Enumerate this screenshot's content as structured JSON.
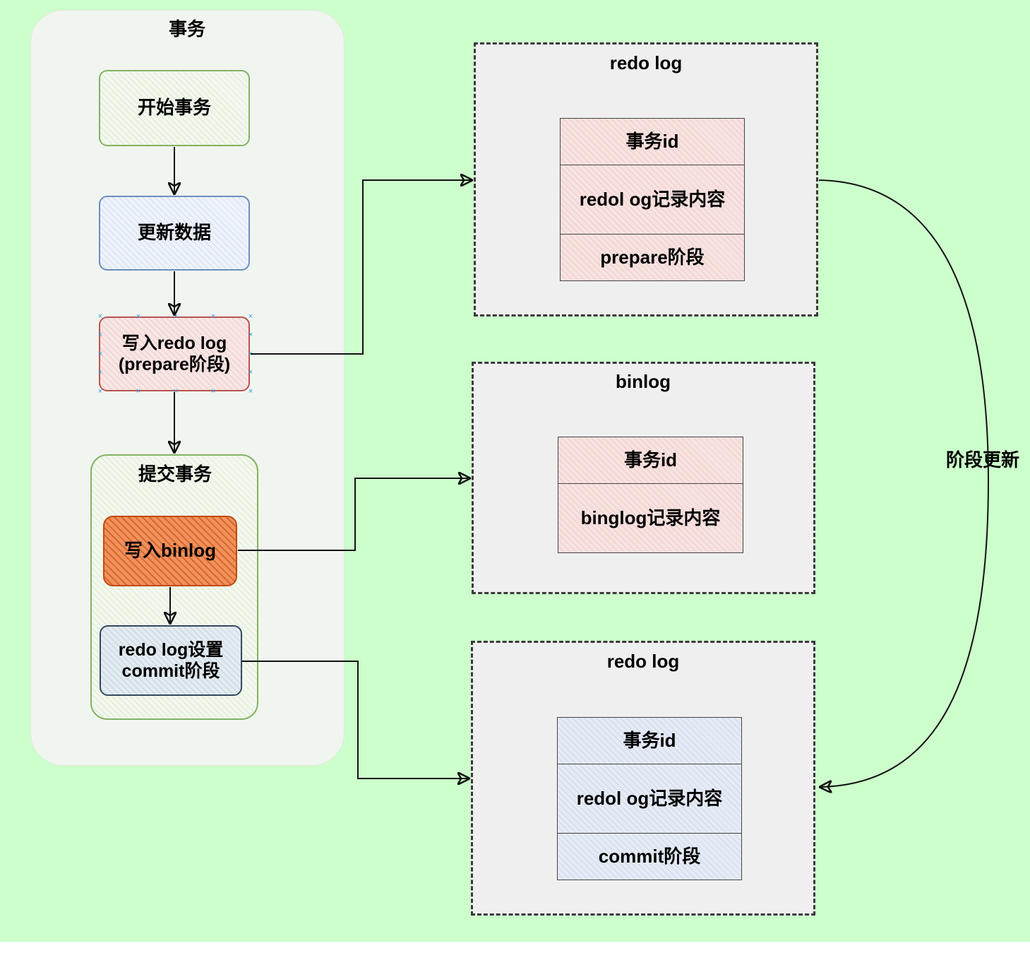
{
  "transaction": {
    "title": "事务",
    "start": "开始事务",
    "update": "更新数据",
    "write_redo_line1": "写入redo log",
    "write_redo_line2": "(prepare阶段)",
    "commit_group_title": "提交事务",
    "write_binlog": "写入binlog",
    "redo_commit_line1": "redo log设置",
    "redo_commit_line2": "commit阶段"
  },
  "redo_log_prepare": {
    "title": "redo log",
    "cells": [
      "事务id",
      "redol og记录内容",
      "prepare阶段"
    ]
  },
  "binlog": {
    "title": "binlog",
    "cells": [
      "事务id",
      "binglog记录内容"
    ]
  },
  "redo_log_commit": {
    "title": "redo log",
    "cells": [
      "事务id",
      "redol og记录内容",
      "commit阶段"
    ]
  },
  "phase_update_label": "阶段更新",
  "colors": {
    "background": "#ccffcc",
    "green_border": "#82b366",
    "blue_border": "#6c8ebf",
    "red_border": "#b85450",
    "orange_fill": "#f2915b",
    "orange_border": "#c34a10"
  }
}
